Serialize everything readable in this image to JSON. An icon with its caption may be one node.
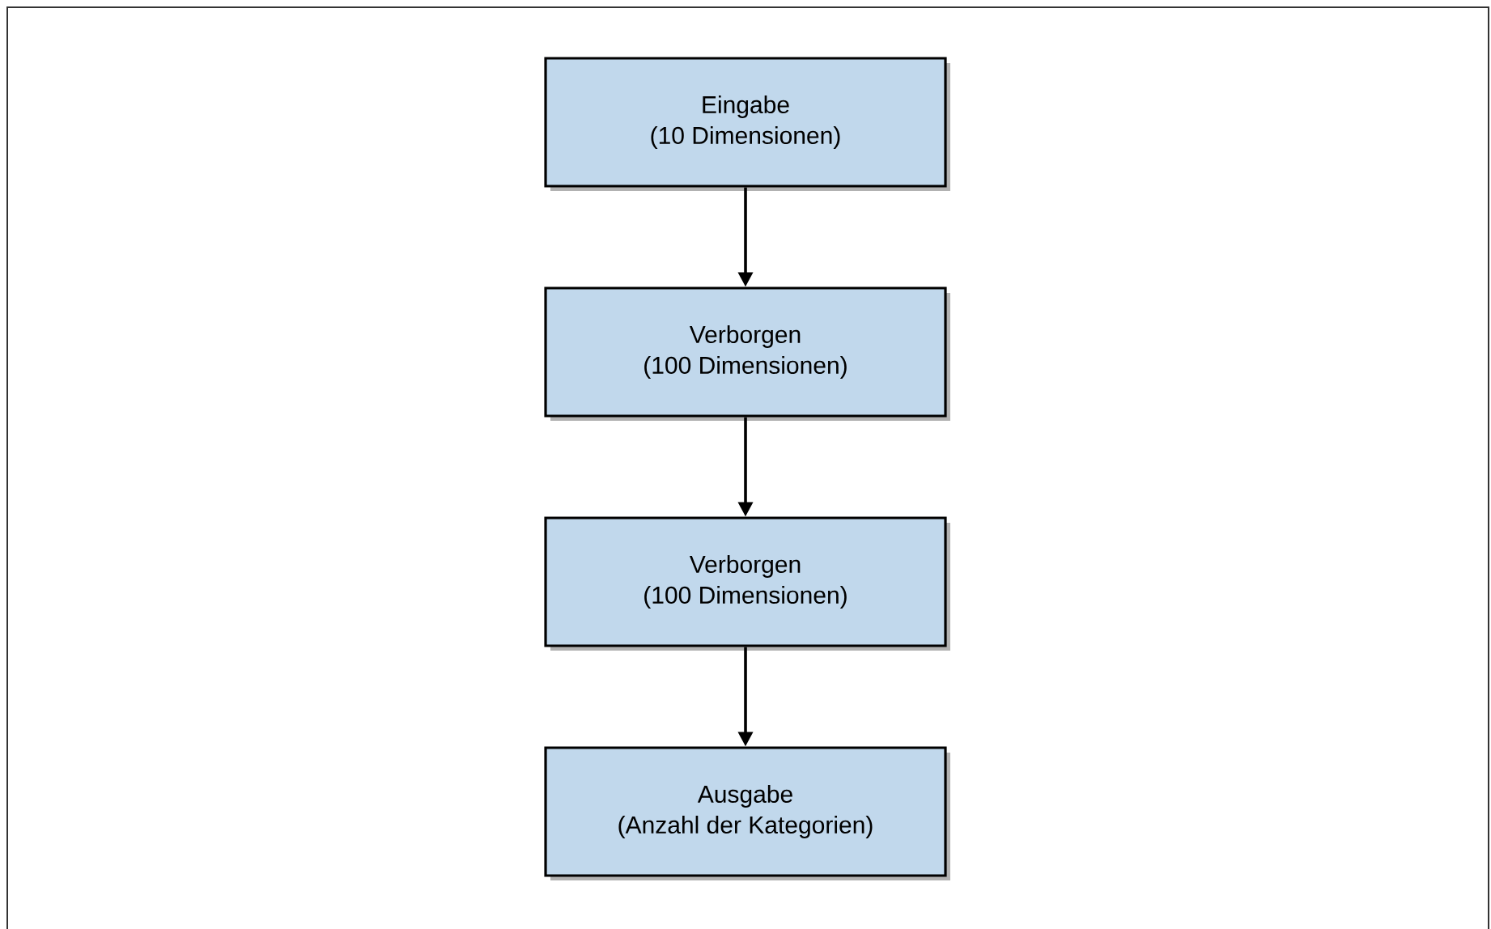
{
  "diagram": {
    "nodes": [
      {
        "text": [
          "Eingabe",
          "(10 Dimensionen)"
        ]
      },
      {
        "text": [
          "Verborgen",
          "(100 Dimensionen)"
        ]
      },
      {
        "text": [
          "Verborgen",
          "(100 Dimensionen)"
        ]
      },
      {
        "text": [
          "Ausgabe",
          "(Anzahl der Kategorien)"
        ]
      }
    ],
    "edges": [
      {
        "from": 0,
        "to": 1,
        "arrow": "to"
      },
      {
        "from": 1,
        "to": 2,
        "arrow": "to"
      },
      {
        "from": 2,
        "to": 3,
        "arrow": "to"
      }
    ]
  }
}
